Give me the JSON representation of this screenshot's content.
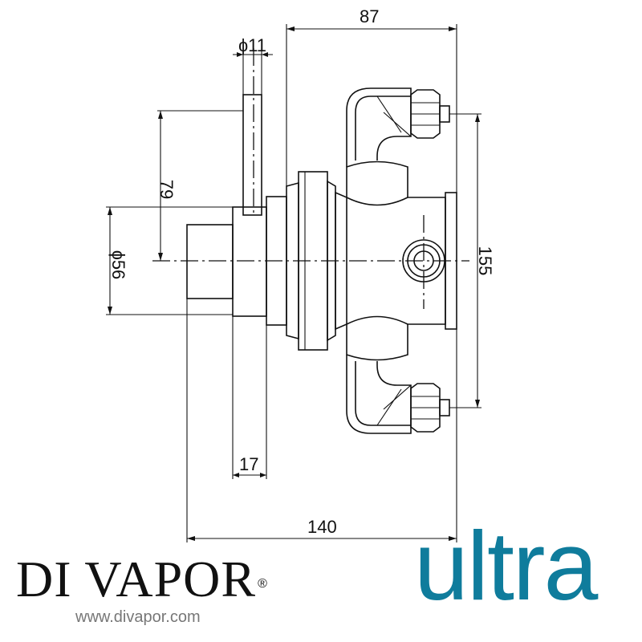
{
  "dimensions": {
    "top_width": "87",
    "handle_dia": "ɸ11",
    "height_79": "79",
    "dia_56": "ɸ56",
    "height_155": "155",
    "depth_17": "17",
    "overall_140": "140"
  },
  "brand": {
    "name": "DI VAPOR",
    "registered": "®",
    "url": "www.divapor.com"
  },
  "product_brand": {
    "name": "ultra",
    "color": "#0f7c9c"
  }
}
